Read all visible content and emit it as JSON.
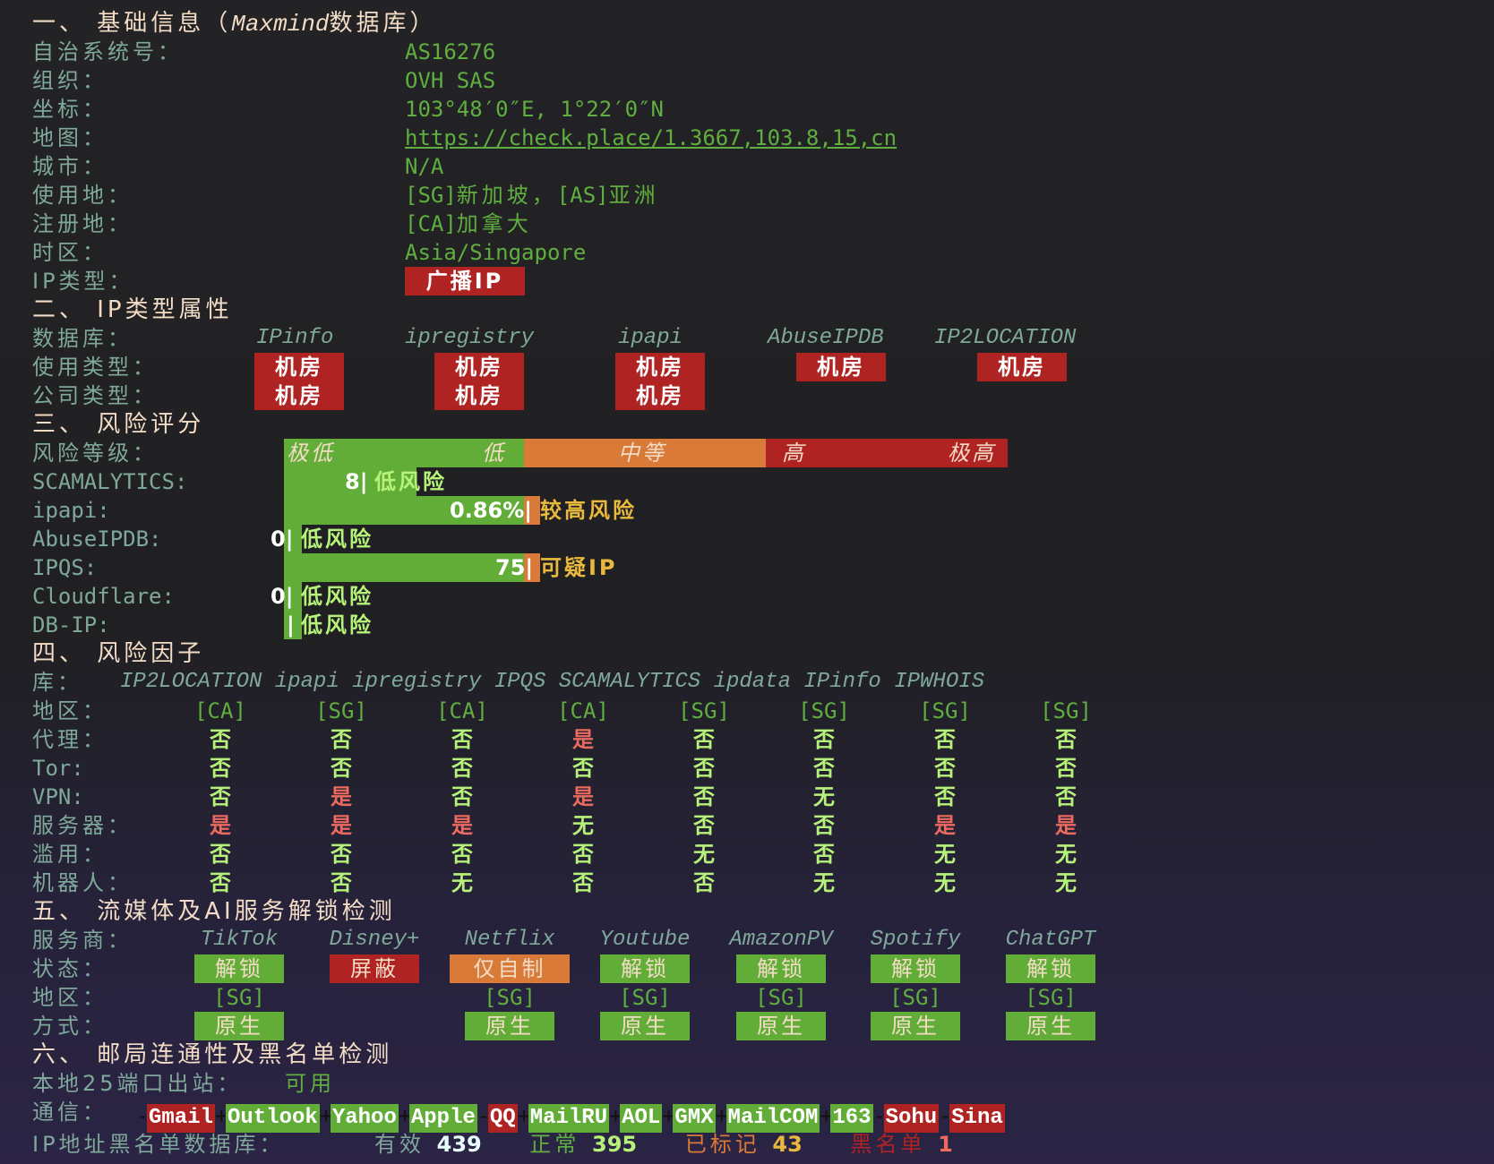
{
  "section1": {
    "title": "一、 基础信息（",
    "title_italic": "Maxmind",
    "title_end": "数据库）",
    "rows": [
      {
        "label": "自治系统号：",
        "value": "AS16276"
      },
      {
        "label": "组织：",
        "value": "OVH SAS"
      },
      {
        "label": "坐标：",
        "value": "103°48′0″E, 1°22′0″N"
      },
      {
        "label": "地图：",
        "value": "https://check.place/1.3667,103.8,15,cn"
      },
      {
        "label": "城市：",
        "value": "N/A"
      },
      {
        "label": "使用地：",
        "value_cc1": "[SG]",
        "value_name1": "新加坡，",
        "value_cc2": "[AS]",
        "value_name2": "亚洲"
      },
      {
        "label": "注册地：",
        "value_cc1": "[CA]",
        "value_name1": "加拿大"
      },
      {
        "label": "时区：",
        "value": "Asia/Singapore"
      },
      {
        "label": "IP类型：",
        "badge": "广播IP",
        "badge_color": "#b02323"
      }
    ]
  },
  "section2": {
    "title": "二、 IP类型属性",
    "db_label": "数据库：",
    "usage_label": "使用类型：",
    "company_label": "公司类型：",
    "databases": [
      {
        "name": "IPinfo",
        "usage": "机房",
        "company": "机房"
      },
      {
        "name": "ipregistry",
        "usage": "机房",
        "company": "机房"
      },
      {
        "name": "ipapi",
        "usage": "机房",
        "company": "机房"
      },
      {
        "name": "AbuseIPDB",
        "usage": "机房",
        "company": ""
      },
      {
        "name": "IP2LOCATION",
        "usage": "机房",
        "company": ""
      }
    ]
  },
  "section3": {
    "title": "三、 风险评分",
    "level_label": "风险等级：",
    "levels": [
      "极低",
      "低",
      "中等",
      "高",
      "极高"
    ],
    "scores": [
      {
        "label": "SCAMALYTICS:",
        "score": "8",
        "verdict": "低风险",
        "color": "#b6f27a"
      },
      {
        "label": "ipapi:",
        "score": "0.86%",
        "verdict": "较高风险",
        "color": "#e8b93c"
      },
      {
        "label": "AbuseIPDB:",
        "score": "0",
        "verdict": "低风险",
        "color": "#b6f27a"
      },
      {
        "label": "IPQS:",
        "score": "75",
        "verdict": "可疑IP",
        "color": "#e8b93c"
      },
      {
        "label": "Cloudflare:",
        "score": "0",
        "verdict": "低风险",
        "color": "#b6f27a"
      },
      {
        "label": "DB-IP:",
        "score": "",
        "verdict": "低风险",
        "color": "#b6f27a"
      }
    ],
    "colors": {
      "green": "#62ad37",
      "orange": "#d97a38",
      "red": "#b02323"
    }
  },
  "section4": {
    "title": "四、 风险因子",
    "lib_label": "库：",
    "libraries": [
      "IP2LOCATION",
      "ipapi",
      "ipregistry",
      "IPQS",
      "SCAMALYTICS",
      "ipdata",
      "IPinfo",
      "IPWHOIS"
    ],
    "region_label": "地区：",
    "regions": [
      "[CA]",
      "[SG]",
      "[CA]",
      "[CA]",
      "[SG]",
      "[SG]",
      "[SG]",
      "[SG]"
    ],
    "factors": [
      {
        "label": "代理：",
        "values": [
          "否",
          "否",
          "否",
          "是",
          "否",
          "否",
          "否",
          "否"
        ]
      },
      {
        "label": "Tor:",
        "values": [
          "否",
          "否",
          "否",
          "否",
          "否",
          "否",
          "否",
          "否"
        ]
      },
      {
        "label": "VPN:",
        "values": [
          "否",
          "是",
          "否",
          "是",
          "否",
          "无",
          "否",
          "否"
        ]
      },
      {
        "label": "服务器：",
        "values": [
          "是",
          "是",
          "是",
          "无",
          "否",
          "否",
          "是",
          "是"
        ]
      },
      {
        "label": "滥用：",
        "values": [
          "否",
          "否",
          "否",
          "否",
          "无",
          "否",
          "无",
          "无"
        ]
      },
      {
        "label": "机器人：",
        "values": [
          "否",
          "否",
          "无",
          "否",
          "否",
          "无",
          "无",
          "无"
        ]
      }
    ]
  },
  "section5": {
    "title": "五、 流媒体及AI服务解锁检测",
    "provider_label": "服务商：",
    "status_label": "状态：",
    "region_label": "地区：",
    "method_label": "方式：",
    "services": [
      {
        "name": "TikTok",
        "status": "解锁",
        "status_color": "#62ad37",
        "region": "[SG]",
        "method": "原生"
      },
      {
        "name": "Disney+",
        "status": "屏蔽",
        "status_color": "#b02323",
        "region": "",
        "method": ""
      },
      {
        "name": "Netflix",
        "status": "仅自制",
        "status_color": "#d97a38",
        "region": "[SG]",
        "method": "原生"
      },
      {
        "name": "Youtube",
        "status": "解锁",
        "status_color": "#62ad37",
        "region": "[SG]",
        "method": "原生"
      },
      {
        "name": "AmazonPV",
        "status": "解锁",
        "status_color": "#62ad37",
        "region": "[SG]",
        "method": "原生"
      },
      {
        "name": "Spotify",
        "status": "解锁",
        "status_color": "#62ad37",
        "region": "[SG]",
        "method": "原生"
      },
      {
        "name": "ChatGPT",
        "status": "解锁",
        "status_color": "#62ad37",
        "region": "[SG]",
        "method": "原生"
      }
    ]
  },
  "section6": {
    "title": "六、 邮局连通性及黑名单检测",
    "port25_label": "本地25端口出站：",
    "port25_value": "可用",
    "comm_label": "通信：",
    "mail": [
      {
        "name": "Gmail",
        "ok": false
      },
      {
        "name": "Outlook",
        "ok": true
      },
      {
        "name": "Yahoo",
        "ok": true
      },
      {
        "name": "Apple",
        "ok": true
      },
      {
        "name": "QQ",
        "ok": false
      },
      {
        "name": "MailRU",
        "ok": true
      },
      {
        "name": "AOL",
        "ok": true
      },
      {
        "name": "GMX",
        "ok": true
      },
      {
        "name": "MailCOM",
        "ok": true
      },
      {
        "name": "163",
        "ok": true
      },
      {
        "name": "Sohu",
        "ok": false
      },
      {
        "name": "Sina",
        "ok": false
      }
    ],
    "blacklist_label": "IP地址黑名单数据库：",
    "valid_label": "有效",
    "valid_value": "439",
    "normal_label": "正常",
    "normal_value": "395",
    "flagged_label": "已标记",
    "flagged_value": "43",
    "blacklisted_label": "黑名单",
    "blacklisted_value": "1"
  }
}
